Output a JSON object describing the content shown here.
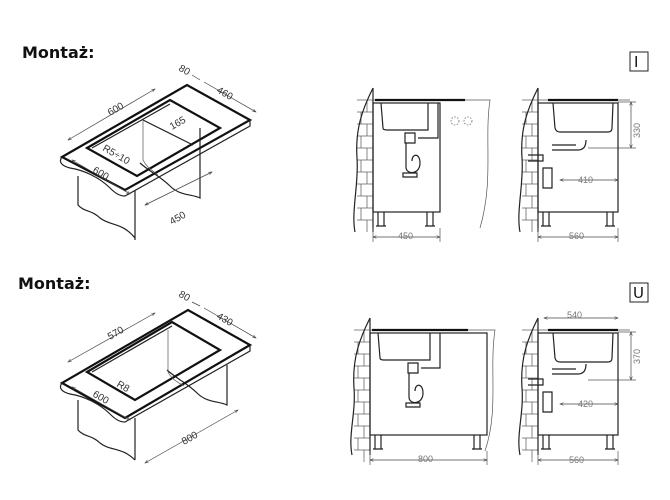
{
  "sections": [
    {
      "title": "Montaż:",
      "type_badge": "I",
      "iso_dims": {
        "length": "600",
        "offset": "80",
        "depth": "460",
        "divider": "165",
        "radius": "R5÷10",
        "front_width": "600",
        "cabinet": "450"
      },
      "front_view": {
        "cabinet_width": "450"
      },
      "side_view": {
        "height": "330",
        "drain_offset": "410",
        "cabinet_depth": "560"
      }
    },
    {
      "title": "Montaż:",
      "type_badge": "U",
      "iso_dims": {
        "length": "570",
        "offset": "80",
        "depth": "430",
        "radius": "R8",
        "front_width": "600",
        "cabinet": "800"
      },
      "front_view": {
        "cabinet_width": "800"
      },
      "side_view": {
        "top_width": "540",
        "height": "370",
        "drain_offset": "420",
        "cabinet_depth": "560"
      }
    }
  ]
}
